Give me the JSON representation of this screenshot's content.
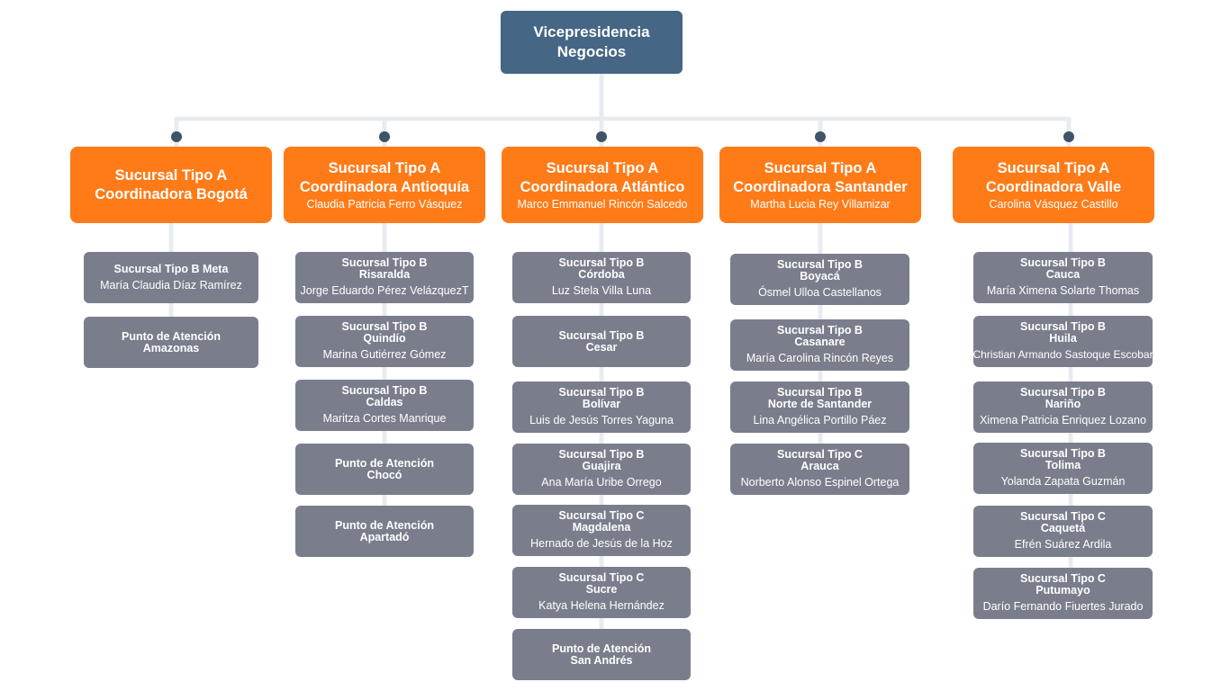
{
  "root": {
    "title_line1": "Vicepresidencia",
    "title_line2": "Negocios"
  },
  "columns": [
    {
      "coord": {
        "line1": "Sucursal Tipo A",
        "line2": "Coordinadora Bogotá",
        "person": ""
      },
      "branches": [
        {
          "line1": "Sucursal Tipo B Meta",
          "line2": "",
          "person": "María Claudia Díaz Ramírez"
        },
        {
          "line1": "Punto de Atención",
          "line2": "Amazonas",
          "person": ""
        }
      ]
    },
    {
      "coord": {
        "line1": "Sucursal Tipo A",
        "line2": "Coordinadora Antioquía",
        "person": "Claudia Patricia Ferro Vásquez"
      },
      "branches": [
        {
          "line1": "Sucursal Tipo B",
          "line2": "Risaralda",
          "person": "Jorge Eduardo Pérez VelázquezT"
        },
        {
          "line1": "Sucursal Tipo B",
          "line2": "Quindío",
          "person": "Marina Gutiérrez  Gómez"
        },
        {
          "line1": "Sucursal Tipo B",
          "line2": "Caldas",
          "person": "Maritza Cortes Manrique"
        },
        {
          "line1": "Punto de Atención",
          "line2": "Chocó",
          "person": ""
        },
        {
          "line1": "Punto de Atención",
          "line2": "Apartadó",
          "person": ""
        }
      ]
    },
    {
      "coord": {
        "line1": "Sucursal Tipo A",
        "line2": "Coordinadora Atlántico",
        "person": "Marco Emmanuel Rincón Salcedo"
      },
      "branches": [
        {
          "line1": "Sucursal Tipo B",
          "line2": "Córdoba",
          "person": "Luz Stela Villa Luna"
        },
        {
          "line1": "Sucursal Tipo B",
          "line2": "Cesar",
          "person": ""
        },
        {
          "line1": "Sucursal Tipo B",
          "line2": "Bolívar",
          "person": "Luis de Jesús Torres Yaguna"
        },
        {
          "line1": "Sucursal Tipo B",
          "line2": "Guajira",
          "person": "Ana María Uribe Orrego"
        },
        {
          "line1": "Sucursal Tipo C",
          "line2": "Magdalena",
          "person": "Hernado de Jesús de la Hoz"
        },
        {
          "line1": "Sucursal Tipo C",
          "line2": "Sucre",
          "person": "Katya Helena Hernández"
        },
        {
          "line1": "Punto de Atención",
          "line2": "San Andrés",
          "person": ""
        }
      ]
    },
    {
      "coord": {
        "line1": "Sucursal Tipo A",
        "line2": "Coordinadora Santander",
        "person": "Martha Lucia Rey Villamizar"
      },
      "branches": [
        {
          "line1": "Sucursal Tipo B",
          "line2": "Boyacá",
          "person": "Ósmel Ulloa Castellanos"
        },
        {
          "line1": "Sucursal Tipo B",
          "line2": "Casanare",
          "person": "María Carolina Rincón Reyes"
        },
        {
          "line1": "Sucursal Tipo B",
          "line2": "Norte de Santander",
          "person": "Lina Angélica Portillo Páez"
        },
        {
          "line1": "Sucursal Tipo C",
          "line2": "Arauca",
          "person": "Norberto  Alonso Espinel Ortega"
        }
      ]
    },
    {
      "coord": {
        "line1": "Sucursal Tipo A",
        "line2": "Coordinadora Valle",
        "person": "Carolina Vásquez Castillo"
      },
      "branches": [
        {
          "line1": "Sucursal Tipo B",
          "line2": "Cauca",
          "person": "María Ximena Solarte Thomas"
        },
        {
          "line1": "Sucursal Tipo B",
          "line2": "Huila",
          "person": "Christian Armando Sastoque Escobar"
        },
        {
          "line1": "Sucursal Tipo B",
          "line2": "Nariño",
          "person": "Ximena Patricia Enriquez Lozano"
        },
        {
          "line1": "Sucursal Tipo B",
          "line2": "Tolima",
          "person": "Yolanda Zapata Guzmán"
        },
        {
          "line1": "Sucursal Tipo C",
          "line2": "Caquetá",
          "person": "Efrén Suárez Ardila"
        },
        {
          "line1": "Sucursal Tipo C",
          "line2": "Putumayo",
          "person": "Darío Fernando Fiuertes Jurado"
        }
      ]
    }
  ],
  "colors": {
    "root": "#456685",
    "coordinator": "#ff7b18",
    "branch": "#7a7e8c",
    "connector": "#e8ecf1",
    "dot": "#3f5468"
  }
}
